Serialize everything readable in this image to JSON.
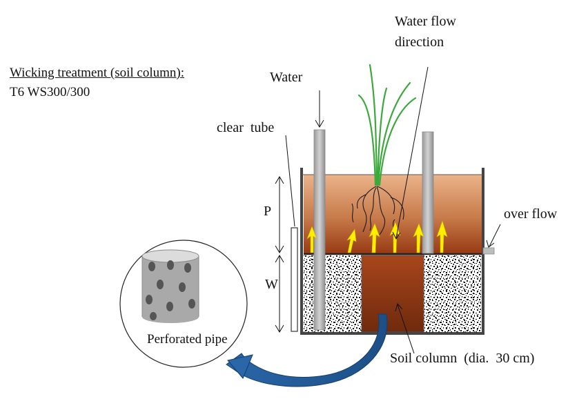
{
  "title": "Wicking treatment (soil column):",
  "treatment": "T6 WS300/300",
  "labels": {
    "water": "Water",
    "water_flow_line1": "Water flow",
    "water_flow_line2": "direction",
    "clear_tube": "clear  tube",
    "over_flow": "over flow",
    "p": "P",
    "w": "W",
    "perforated_pipe": "Perforated pipe",
    "soil_column": "Soil column  (dia.  30 cm)"
  },
  "colors": {
    "soil_top": "#e9ac83",
    "soil_bottom": "#9a3d16",
    "soil_column_top": "#a8461c",
    "soil_column_bottom": "#6f2a0d",
    "arrow_yellow": "#ffee00",
    "pipe_gray": "#a6a6a6",
    "plant_green": "#3aa83a",
    "big_arrow_blue": "#2f6fae"
  }
}
